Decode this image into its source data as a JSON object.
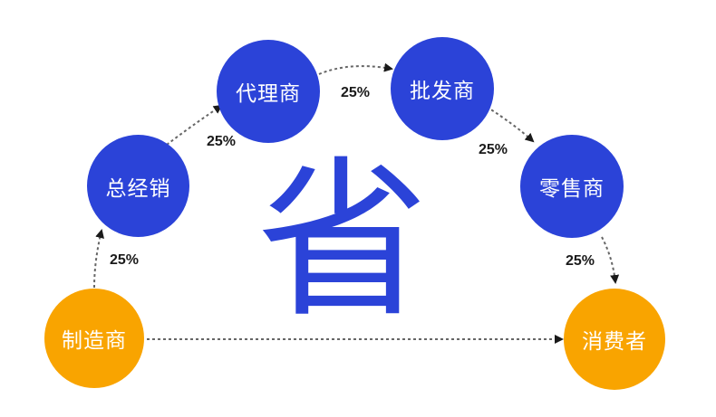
{
  "center_character": "省",
  "colors": {
    "primary_blue": "#2b43d8",
    "accent_orange": "#f9a400",
    "edge_gray": "#666666"
  },
  "nodes": {
    "manufacturer": "制造商",
    "general_distributor": "总经销",
    "agent": "代理商",
    "wholesaler": "批发商",
    "retailer": "零售商",
    "consumer": "消费者"
  },
  "edge_labels": {
    "manufacturer_to_general_distributor": "25%",
    "general_distributor_to_agent": "25%",
    "agent_to_wholesaler": "25%",
    "wholesaler_to_retailer": "25%",
    "retailer_to_consumer": "25%"
  }
}
